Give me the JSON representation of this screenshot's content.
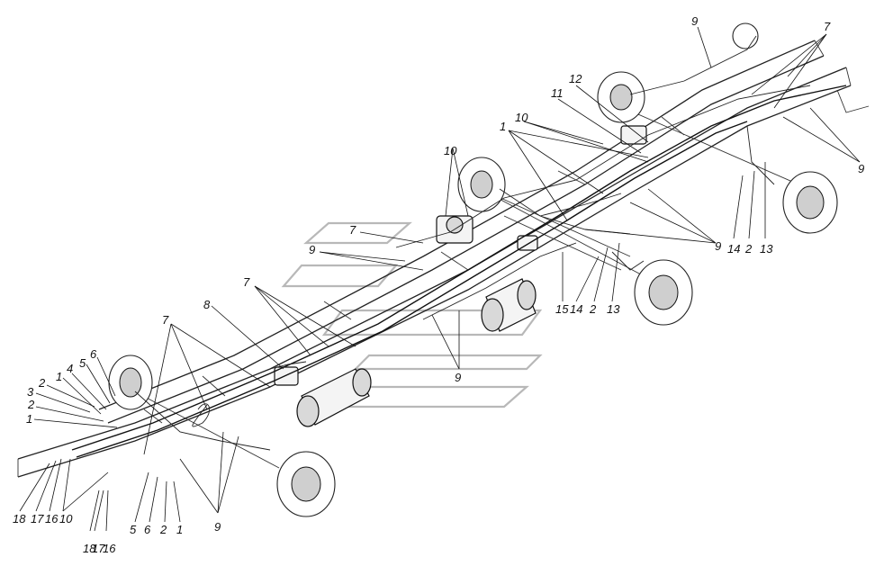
{
  "callouts": [
    {
      "label": "9"
    },
    {
      "label": "7"
    },
    {
      "label": "9"
    },
    {
      "label": "12"
    },
    {
      "label": "11"
    },
    {
      "label": "10"
    },
    {
      "label": "1"
    },
    {
      "label": "10"
    },
    {
      "label": "7"
    },
    {
      "label": "9"
    },
    {
      "label": "14"
    },
    {
      "label": "2"
    },
    {
      "label": "13"
    },
    {
      "label": "9"
    },
    {
      "label": "15"
    },
    {
      "label": "14"
    },
    {
      "label": "2"
    },
    {
      "label": "13"
    },
    {
      "label": "7"
    },
    {
      "label": "8"
    },
    {
      "label": "9"
    },
    {
      "label": "7"
    },
    {
      "label": "6"
    },
    {
      "label": "5"
    },
    {
      "label": "4"
    },
    {
      "label": "1"
    },
    {
      "label": "2"
    },
    {
      "label": "3"
    },
    {
      "label": "2"
    },
    {
      "label": "1"
    },
    {
      "label": "18"
    },
    {
      "label": "17"
    },
    {
      "label": "16"
    },
    {
      "label": "10"
    },
    {
      "label": "18"
    },
    {
      "label": "17"
    },
    {
      "label": "16"
    },
    {
      "label": "5"
    },
    {
      "label": "6"
    },
    {
      "label": "2"
    },
    {
      "label": "1"
    },
    {
      "label": "9"
    }
  ]
}
